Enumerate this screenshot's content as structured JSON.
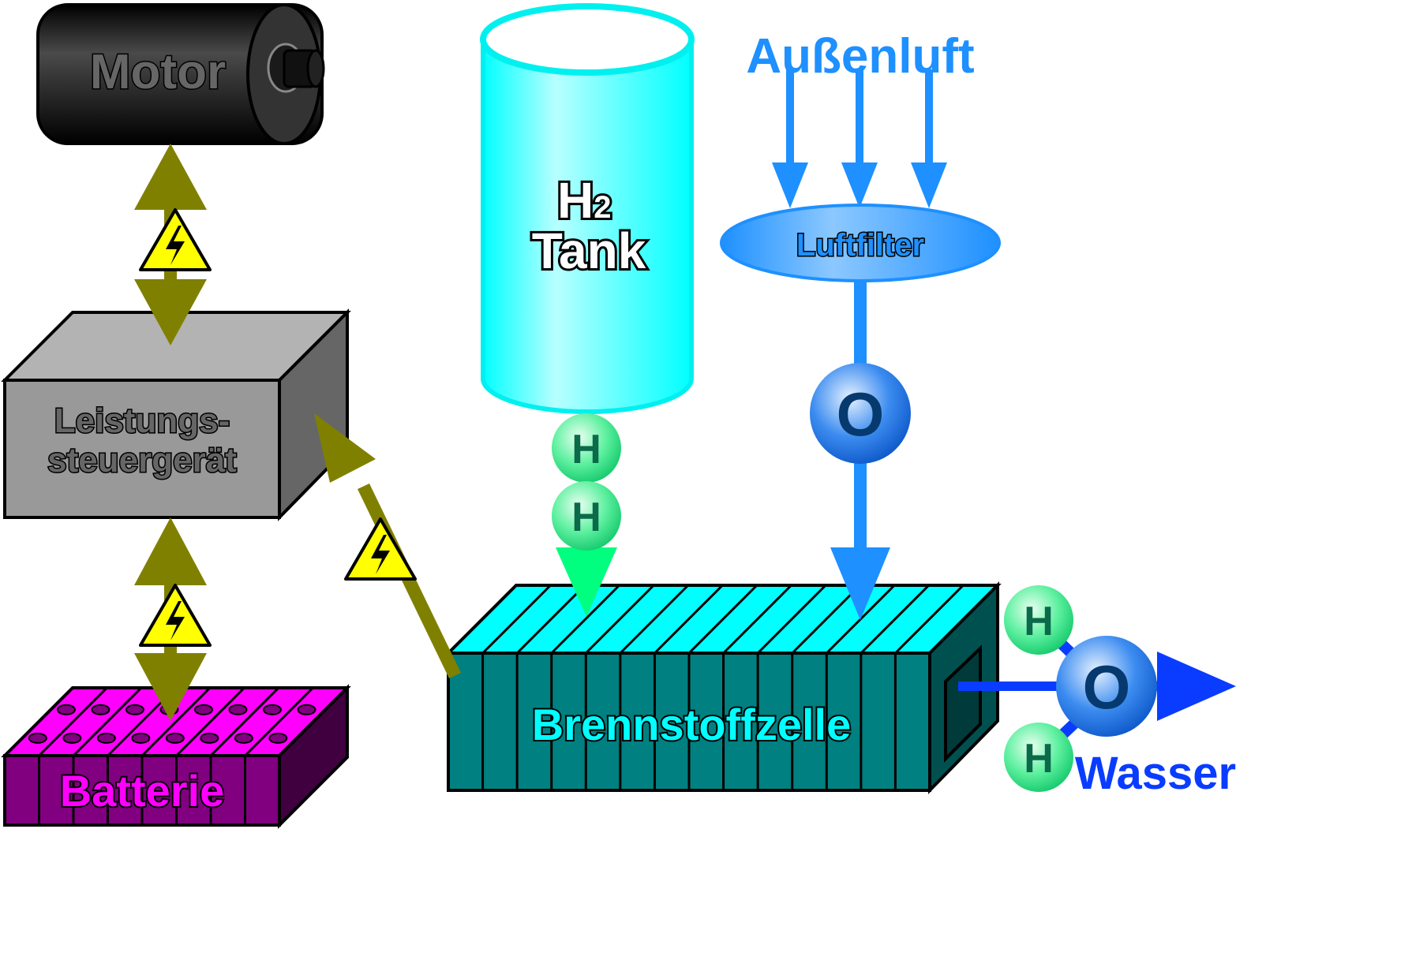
{
  "labels": {
    "motor": "Motor",
    "lsg_line1": "Leistungs-",
    "lsg_line2": "steuergerät",
    "tank_h": "H",
    "tank_sub": "2",
    "tank_word": "Tank",
    "outside_air": "Außenluft",
    "air_filter": "Luftfilter",
    "battery": "Batterie",
    "fuel_cell": "Brennstoffzelle",
    "water": "Wasser"
  },
  "atoms": {
    "hydrogen": "H",
    "oxygen": "O"
  },
  "colors": {
    "power_arrow": "#808000",
    "air_flow": "#1e90ff",
    "hydrogen_flow": "#00ff7f",
    "tank": "#00ffff",
    "fuel_cell": "#008080",
    "battery": "#800080",
    "controller": "#999999",
    "motor": "#1a1a1a",
    "water_flow": "#0a3cff",
    "warning": "#ffff00"
  },
  "icons": {
    "warning": "high-voltage-warning-icon"
  }
}
